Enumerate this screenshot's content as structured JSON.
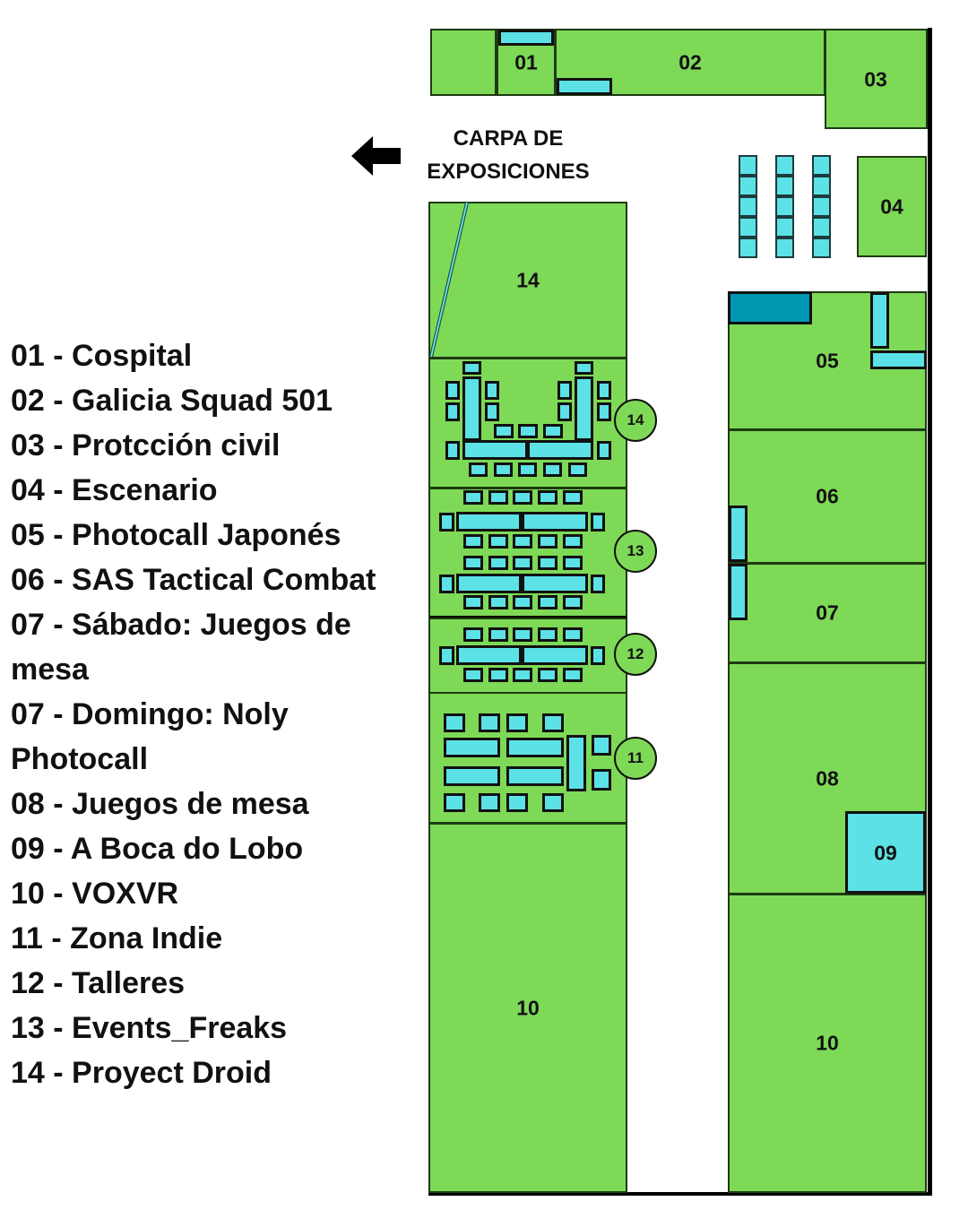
{
  "title": "CARPA DE EXPOSICIONES",
  "title_lines": [
    "CARPA DE",
    "EXPOSICIONES"
  ],
  "colors": {
    "zone": "#7ed957",
    "furniture": "#5ce1e6",
    "stage_block": "#0097b2",
    "wall": "#000000"
  },
  "zones": {
    "z01": "01",
    "z02": "02",
    "z03": "03",
    "z04": "04",
    "z05": "05",
    "z06": "06",
    "z07": "07",
    "z08": "08",
    "z09": "09",
    "z10a": "10",
    "z10b": "10",
    "z14": "14"
  },
  "markers": {
    "m14": "14",
    "m13": "13",
    "m12": "12",
    "m11": "11"
  },
  "legend": [
    "01 - Cospital",
    "02 - Galicia Squad 501",
    "03 - Protcción civil",
    "04 - Escenario",
    "05 - Photocall Japonés",
    "06 - SAS Tactical Combat",
    "07 - Sábado: Juegos de mesa",
    "07 - Domingo: Noly Photocall",
    "08 - Juegos de mesa",
    "09 - A Boca do Lobo",
    "10 - VOXVR",
    "11 - Zona Indie",
    "12 - Talleres",
    "13 - Events_Freaks",
    "14 - Proyect Droid"
  ]
}
